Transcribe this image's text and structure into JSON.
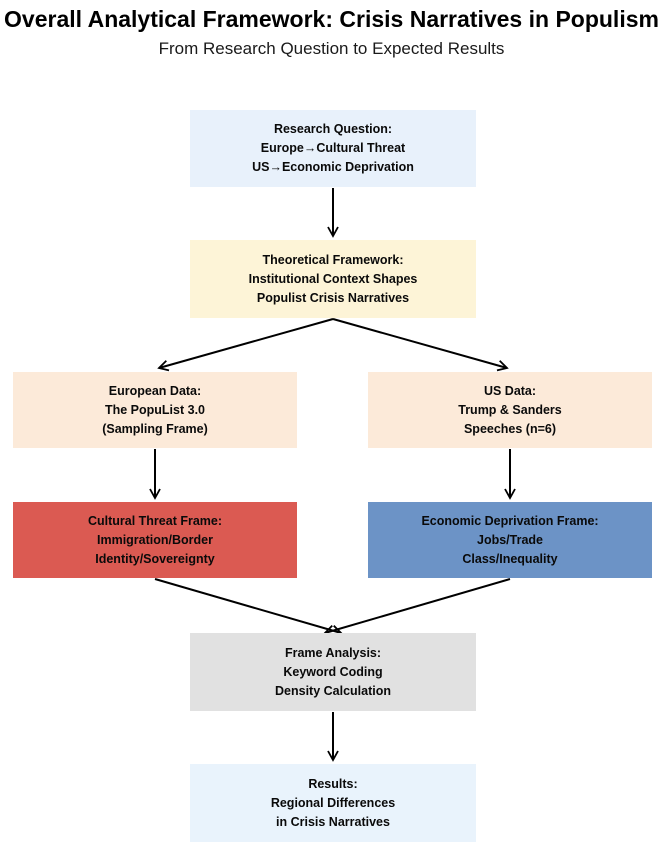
{
  "title": "Overall Analytical Framework: Crisis Narratives in Populism",
  "subtitle": "From Research Question to Expected Results",
  "nodes": [
    {
      "id": "research-question",
      "lines": [
        "Research Question:",
        "Europe→Cultural Threat",
        "US→Economic Deprivation"
      ],
      "bg": "#e8f1fb"
    },
    {
      "id": "theoretical-framework",
      "lines": [
        "Theoretical Framework:",
        "Institutional Context Shapes",
        "Populist Crisis Narratives"
      ],
      "bg": "#fdf4d7"
    },
    {
      "id": "european-data",
      "lines": [
        "European Data:",
        "The PopuList 3.0",
        "(Sampling Frame)"
      ],
      "bg": "#fcead9"
    },
    {
      "id": "us-data",
      "lines": [
        "US Data:",
        "Trump & Sanders",
        "Speeches (n=6)"
      ],
      "bg": "#fcead9"
    },
    {
      "id": "cultural-threat-frame",
      "lines": [
        "Cultural Threat Frame:",
        "Immigration/Border",
        "Identity/Sovereignty"
      ],
      "bg": "#db5a52"
    },
    {
      "id": "economic-deprivation-frame",
      "lines": [
        "Economic Deprivation Frame:",
        "Jobs/Trade",
        "Class/Inequality"
      ],
      "bg": "#6c93c6"
    },
    {
      "id": "frame-analysis",
      "lines": [
        "Frame Analysis:",
        "Keyword Coding",
        "Density Calculation"
      ],
      "bg": "#e1e1e1"
    },
    {
      "id": "results",
      "lines": [
        "Results:",
        "Regional Differences",
        "in Crisis Narratives"
      ],
      "bg": "#e9f3fc"
    }
  ],
  "edges": [
    {
      "from": "research-question",
      "to": "theoretical-framework"
    },
    {
      "from": "theoretical-framework",
      "to": "european-data"
    },
    {
      "from": "theoretical-framework",
      "to": "us-data"
    },
    {
      "from": "european-data",
      "to": "cultural-threat-frame"
    },
    {
      "from": "us-data",
      "to": "economic-deprivation-frame"
    },
    {
      "from": "cultural-threat-frame",
      "to": "frame-analysis"
    },
    {
      "from": "economic-deprivation-frame",
      "to": "frame-analysis"
    },
    {
      "from": "frame-analysis",
      "to": "results"
    }
  ],
  "colors": {
    "background": "#ffffff",
    "text": "#0a0a0a",
    "arrow": "#000000"
  }
}
